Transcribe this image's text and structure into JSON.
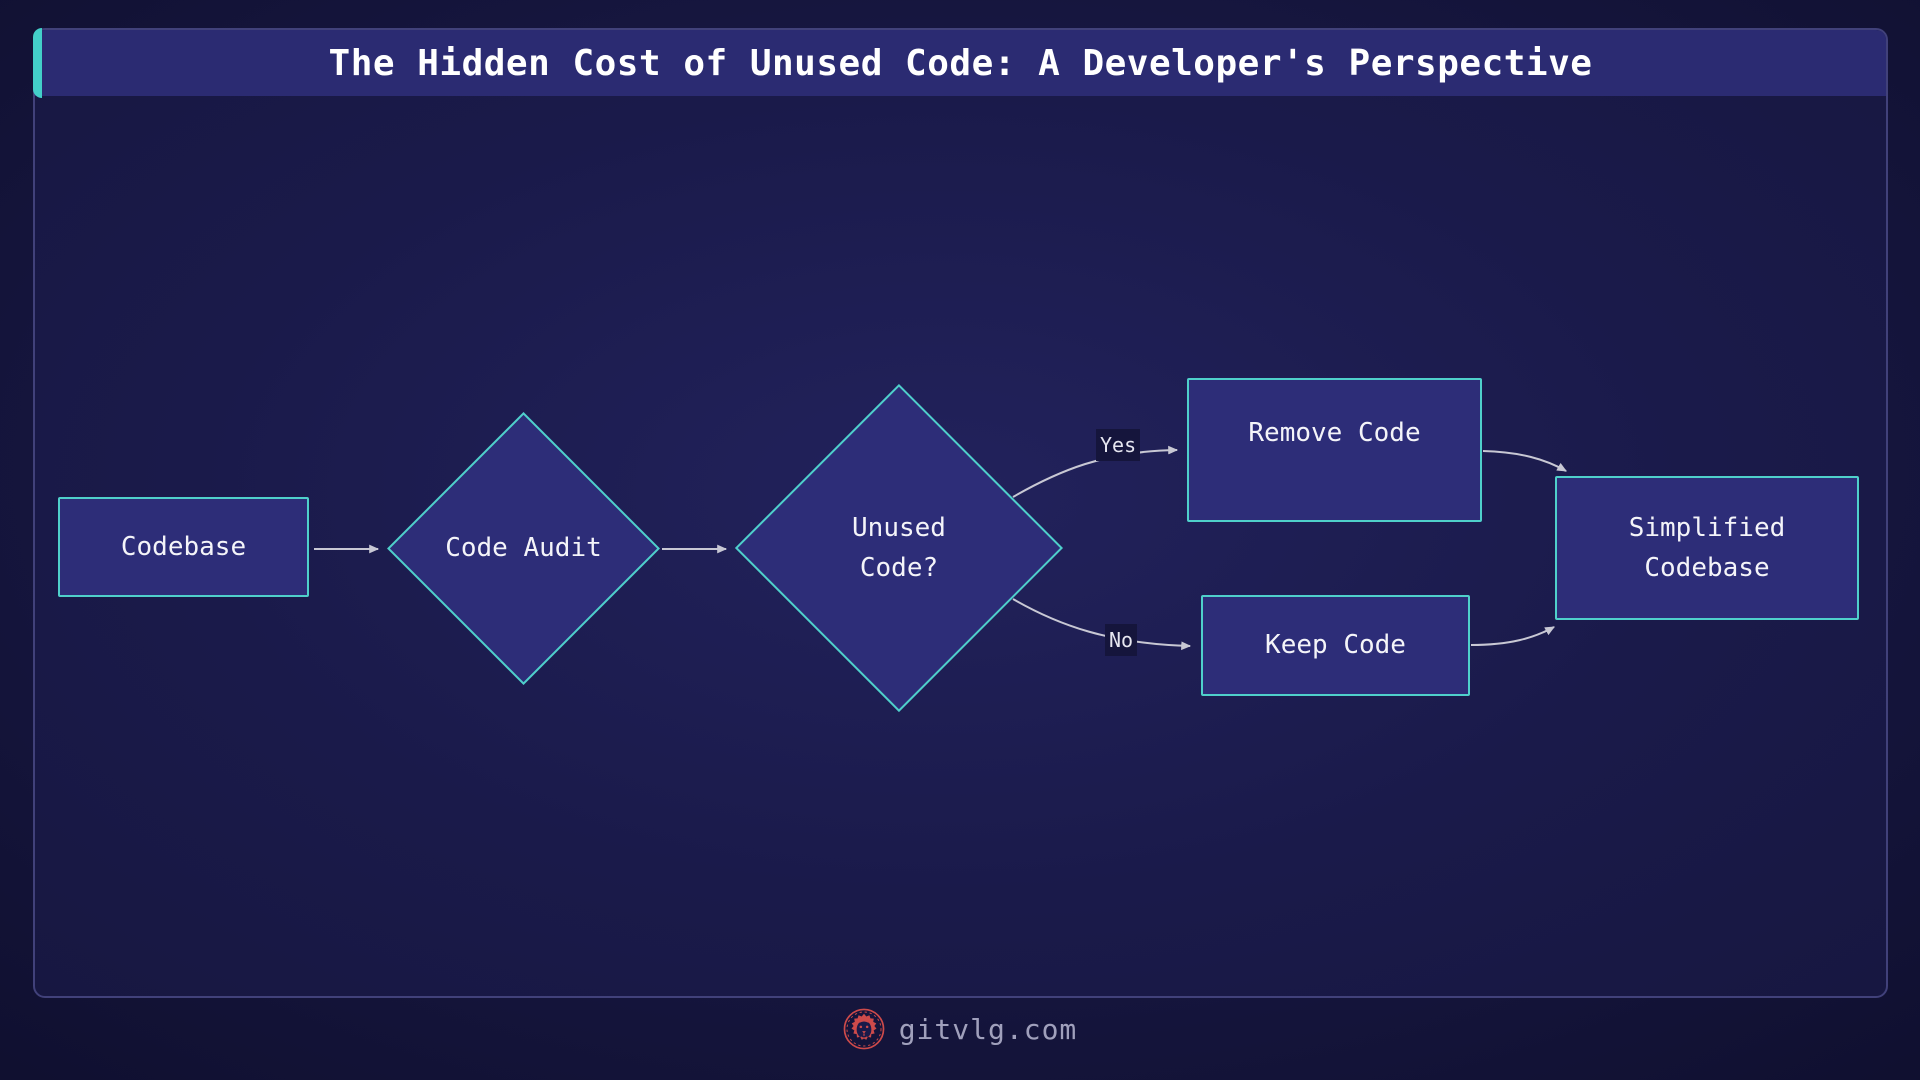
{
  "page": {
    "title": "The Hidden Cost of Unused Code: A Developer's Perspective"
  },
  "flowchart": {
    "nodes": [
      {
        "id": "codebase",
        "type": "rectangle",
        "label": "Codebase"
      },
      {
        "id": "code-audit",
        "type": "diamond",
        "label": "Code Audit"
      },
      {
        "id": "unused-code",
        "type": "diamond",
        "label": "Unused Code?",
        "lines": [
          "Unused",
          "Code?"
        ]
      },
      {
        "id": "remove-code",
        "type": "rectangle",
        "label": "Remove Code"
      },
      {
        "id": "keep-code",
        "type": "rectangle",
        "label": "Keep Code"
      },
      {
        "id": "simplified-codebase",
        "type": "rectangle",
        "label": "Simplified Codebase",
        "lines": [
          "Simplified",
          "Codebase"
        ]
      }
    ],
    "edges": [
      {
        "from": "codebase",
        "to": "code-audit",
        "label": ""
      },
      {
        "from": "code-audit",
        "to": "unused-code",
        "label": ""
      },
      {
        "from": "unused-code",
        "to": "remove-code",
        "label": "Yes"
      },
      {
        "from": "unused-code",
        "to": "keep-code",
        "label": "No"
      },
      {
        "from": "remove-code",
        "to": "simplified-codebase",
        "label": ""
      },
      {
        "from": "keep-code",
        "to": "simplified-codebase",
        "label": ""
      }
    ]
  },
  "footer": {
    "brand": "gitvlg.com",
    "icon": "lion-emblem-icon"
  },
  "colors": {
    "accent_teal": "#43cfc9",
    "node_border": "#4fd0cb",
    "node_fill": "#2d2d78",
    "title_bar_fill": "#2b2b72",
    "edge_stroke": "#c8c8d4",
    "brand_red": "#cd4a4a",
    "footer_text": "#a0a0bc",
    "panel_border": "#41417a"
  }
}
